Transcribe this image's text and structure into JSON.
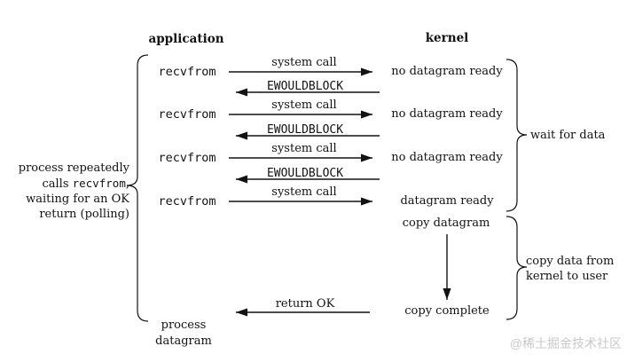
{
  "diagram": {
    "headers": {
      "left": "application",
      "right": "kernel"
    },
    "left_note": {
      "line1": "process repeatedly",
      "line2_pre": "calls",
      "line2_code": "recvfrom",
      "line2_post": ",",
      "line3": "waiting for an OK",
      "line4": "return (polling)"
    },
    "exchanges": [
      {
        "app": "recvfrom",
        "call": "system call",
        "result": "no datagram ready",
        "reply": "EWOULDBLOCK"
      },
      {
        "app": "recvfrom",
        "call": "system call",
        "result": "no datagram ready",
        "reply": "EWOULDBLOCK"
      },
      {
        "app": "recvfrom",
        "call": "system call",
        "result": "no datagram ready",
        "reply": "EWOULDBLOCK"
      },
      {
        "app": "recvfrom",
        "call": "system call",
        "result": "datagram ready"
      }
    ],
    "copy_phase": {
      "start": "copy datagram",
      "end": "copy complete",
      "return_label": "return OK"
    },
    "bottom_left": {
      "line1": "process",
      "line2": "datagram"
    },
    "braces": {
      "wait_label": "wait for data",
      "copy_label_line1": "copy data from",
      "copy_label_line2": "kernel to user"
    },
    "watermark": "@稀土掘金技术社区",
    "colors": {
      "ink": "#121212",
      "watermark": "#c9c9c9",
      "background": "#ffffff"
    }
  }
}
